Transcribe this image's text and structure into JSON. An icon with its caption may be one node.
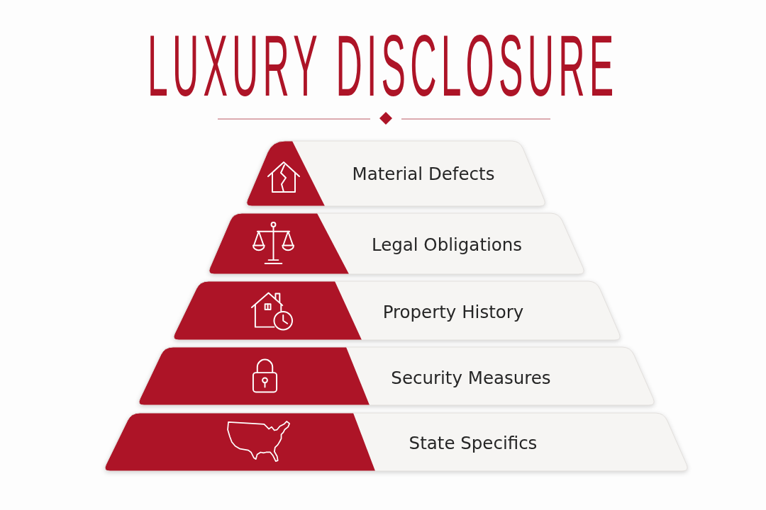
{
  "diagram": {
    "title": "LUXURY DISCLOSURE",
    "nodes": [
      {
        "text": [
          "Material Defects"
        ]
      },
      {
        "text": [
          "Legal Obligations"
        ]
      },
      {
        "text": [
          "Property History"
        ]
      },
      {
        "text": [
          "Security Measures"
        ]
      },
      {
        "text": [
          "State Specifics"
        ]
      }
    ]
  }
}
